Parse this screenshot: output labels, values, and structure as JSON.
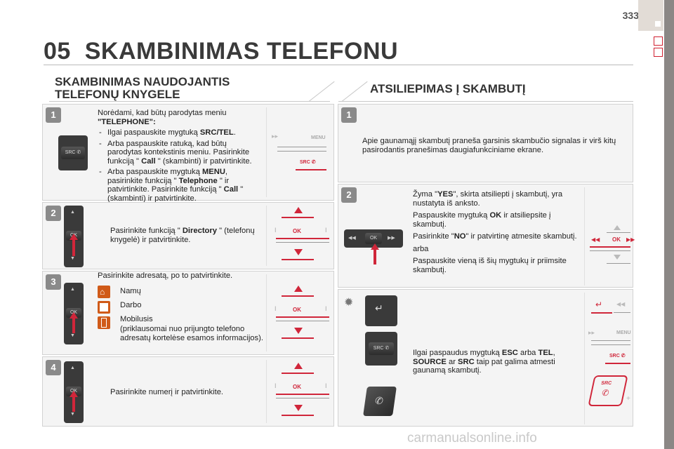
{
  "page_number": "333",
  "chapter": {
    "number": "05",
    "title": "SKAMBINIMAS TELEFONU"
  },
  "left_section": {
    "title_line1": "SKAMBINIMAS NAUDOJANTIS",
    "title_line2": "TELEFONŲ KNYGELE",
    "step1": {
      "num": "1",
      "intro": "Norėdami, kad būtų parodytas meniu",
      "intro_bold": "\"TELEPHONE\":",
      "bullet1_pre": "Ilgai paspauskite mygtuką ",
      "bullet1_bold": "SRC/TEL",
      "bullet1_post": ".",
      "bullet2_pre": "Arba paspauskite ratuką, kad būtų parodytas kontekstinis meniu. Pasirinkite funkciją \" ",
      "bullet2_bold": "Call",
      "bullet2_post": " \" (skambinti) ir patvirtinkite.",
      "bullet3_pre": "Arba paspauskite mygtuką ",
      "bullet3_bold": "MENU",
      "bullet3_mid": ", pasirinkite funkciją \" ",
      "bullet3_bold2": "Telephone",
      "bullet3_mid2": " \" ir patvirtinkite. Pasirinkite funkciją \" ",
      "bullet3_bold3": "Call",
      "bullet3_post": " \" (skambinti) ir patvirtinkite.",
      "btn_label": "SRC",
      "menu_label": "MENU"
    },
    "step2": {
      "num": "2",
      "text_pre": "Pasirinkite funkciją \" ",
      "text_bold": "Directory",
      "text_post": " \" (telefonų knygelė) ir patvirtinkite.",
      "ok_label": "OK"
    },
    "step3": {
      "num": "3",
      "text": "Pasirinkite adresatą, po to patvirtinkite.",
      "opt_home": "Namų",
      "opt_work": "Darbo",
      "opt_mobile": "Mobilusis",
      "opt_note": "(priklausomai nuo prijungto telefono adresatų kortelėse esamos informacijos).",
      "ok_label": "OK"
    },
    "step4": {
      "num": "4",
      "text": "Pasirinkite numerį ir patvirtinkite.",
      "ok_label": "OK"
    }
  },
  "right_section": {
    "title": "ATSILIEPIMAS Į SKAMBUTĮ",
    "step1": {
      "num": "1",
      "text": "Apie gaunamąjį skambutį praneša garsinis skambučio signalas ir virš kitų pasirodantis pranešimas daugiafunkciniame ekrane."
    },
    "step2": {
      "num": "2",
      "p1_pre": "Žyma \"",
      "p1_bold": "YES",
      "p1_post": "\", skirta atsiliepti į skambutį, yra nustatyta iš anksto.",
      "p2_pre": "Paspauskite mygtuką ",
      "p2_bold": "OK",
      "p2_post": " ir atsiliepsite į skambutį.",
      "p3_pre": "Pasirinkite \"",
      "p3_bold": "NO",
      "p3_post": "\" ir patvirtinę atmesite skambutį.",
      "p4": "arba",
      "p5": "Paspauskite vieną iš šių mygtukų ir priimsite skambutį.",
      "ok_label": "OK"
    },
    "step3": {
      "text_pre": "Ilgai paspaudus mygtuką ",
      "esc": "ESC",
      "t2": " arba ",
      "tel": "TEL",
      "t3": ", ",
      "source": "SOURCE",
      "t4": " ar ",
      "src": "SRC",
      "t5": " taip pat galima atmesti gaunamą skambutį.",
      "src_label": "SRC",
      "menu_label": "MENU"
    }
  },
  "watermark": "carmanualsonline.info",
  "colors": {
    "accent_red": "#d0263a",
    "panel_bg": "#f4f4f4",
    "sidebar": "#8b8785",
    "icon_orange": "#d05a18"
  }
}
